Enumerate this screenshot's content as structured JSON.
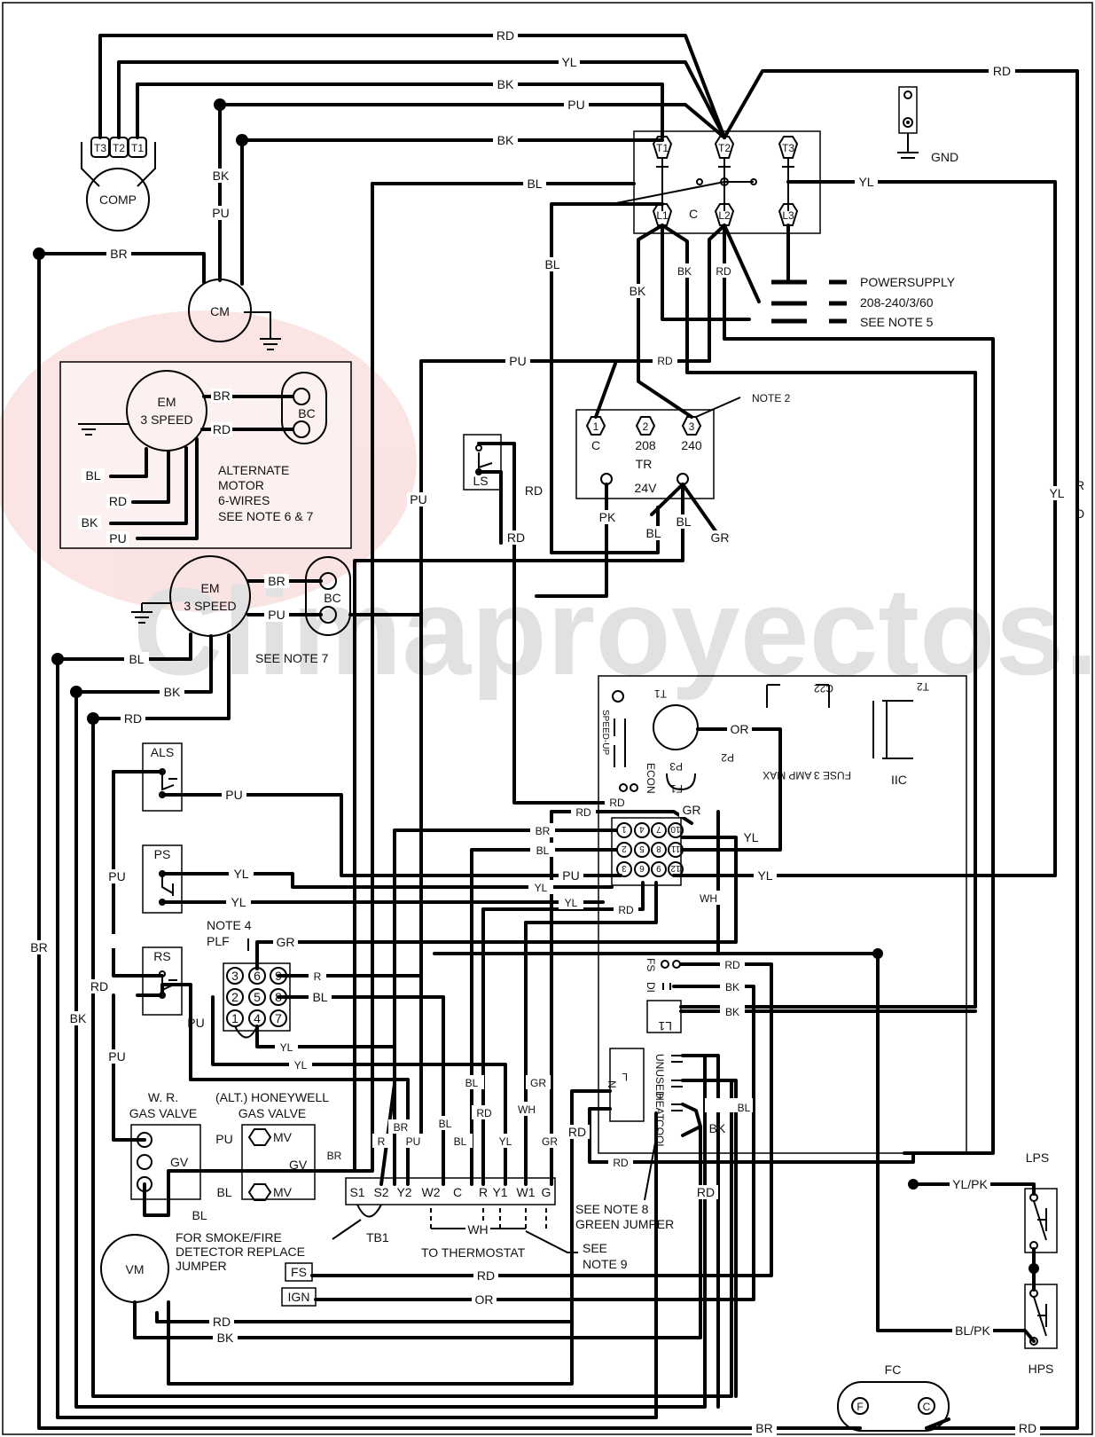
{
  "components": {
    "comp": {
      "name": "COMP",
      "t3": "T3",
      "t2": "T2",
      "t1": "T1"
    },
    "cm": "CM",
    "em_alt": {
      "name": "EM",
      "speed": "3 SPEED",
      "bc": "BC",
      "note1": "ALTERNATE",
      "note2": "MOTOR",
      "note3": "6-WIRES",
      "note4": "SEE NOTE 6 & 7"
    },
    "em": {
      "name": "EM",
      "speed": "3 SPEED",
      "bc": "BC",
      "note": "SEE NOTE 7"
    },
    "contactor": {
      "t1": "T1",
      "t2": "T2",
      "t3": "T3",
      "l1": "L1",
      "l2": "L2",
      "l3": "L3",
      "c": "C"
    },
    "gnd": "GND",
    "power": {
      "line1": "POWERSUPPLY",
      "line2": "208-240/3/60",
      "line3": "SEE NOTE 5"
    },
    "transformer": {
      "t1": "1",
      "t2": "2",
      "t3": "3",
      "c": "C",
      "v208": "208",
      "v240": "240",
      "tr": "TR",
      "v24": "24V",
      "note2": "NOTE 2"
    },
    "ls": "LS",
    "als": "ALS",
    "ps": "PS",
    "rs": "RS",
    "plf": {
      "note": "NOTE 4",
      "name": "PLF",
      "p1": "1",
      "p2": "2",
      "p3": "3",
      "p4": "4",
      "p5": "5",
      "p6": "6",
      "p7": "7",
      "p8": "8",
      "p9": "9"
    },
    "wr_valve": {
      "line1": "W. R.",
      "line2": "GAS VALVE",
      "gv": "GV"
    },
    "hw_valve": {
      "line1": "(ALT.) HONEYWELL",
      "line2": "GAS VALVE",
      "mv1": "MV",
      "mv2": "MV",
      "gv": "GV"
    },
    "tb1": {
      "name": "TB1",
      "terms": [
        "S1",
        "S2",
        "Y2",
        "W2",
        "C",
        "R",
        "Y1",
        "W1",
        "G"
      ]
    },
    "notes": {
      "smoke1": "FOR SMOKE/FIRE",
      "smoke2": "DETECTOR REPLACE",
      "smoke3": "JUMPER",
      "thermostat": "TO THERMOSTAT",
      "see9a": "SEE",
      "see9b": "NOTE 9",
      "see8a": "SEE NOTE 8",
      "see8b": "GREEN JUMPER"
    },
    "vm": "VM",
    "fs_box": "FS",
    "ign_box": "IGN",
    "lps": "LPS",
    "hps": "HPS",
    "fc": {
      "name": "FC",
      "f": "F",
      "c": "C"
    },
    "board": {
      "t1": "T1",
      "t2": "T2",
      "c22": "C22",
      "iic": "IIC",
      "econ": "ECON",
      "p2": "P2",
      "p3": "P3",
      "f1": "F1",
      "fuse": "FUSE 3 AMP MAX",
      "speedup": "SPEED-UP",
      "fs": "FS",
      "di": "DI",
      "l1": "L1",
      "unused": "UNUSED",
      "heat": "HEAT",
      "cool": "COOL",
      "n": "N",
      "l": "L",
      "pins": [
        "1",
        "2",
        "3",
        "4",
        "5",
        "6",
        "7",
        "8",
        "9",
        "10",
        "11",
        "12"
      ]
    }
  },
  "wires": {
    "rd": "RD",
    "yl": "YL",
    "bk": "BK",
    "pu": "PU",
    "bl": "BL",
    "br": "BR",
    "gr": "GR",
    "pk": "PK",
    "or": "OR",
    "wh": "WH",
    "r": "R",
    "r_vert": "R",
    "d_vert": "D",
    "ylpk": "YL/PK",
    "blpk": "BL/PK"
  },
  "watermark": "Climaproyectos.com"
}
